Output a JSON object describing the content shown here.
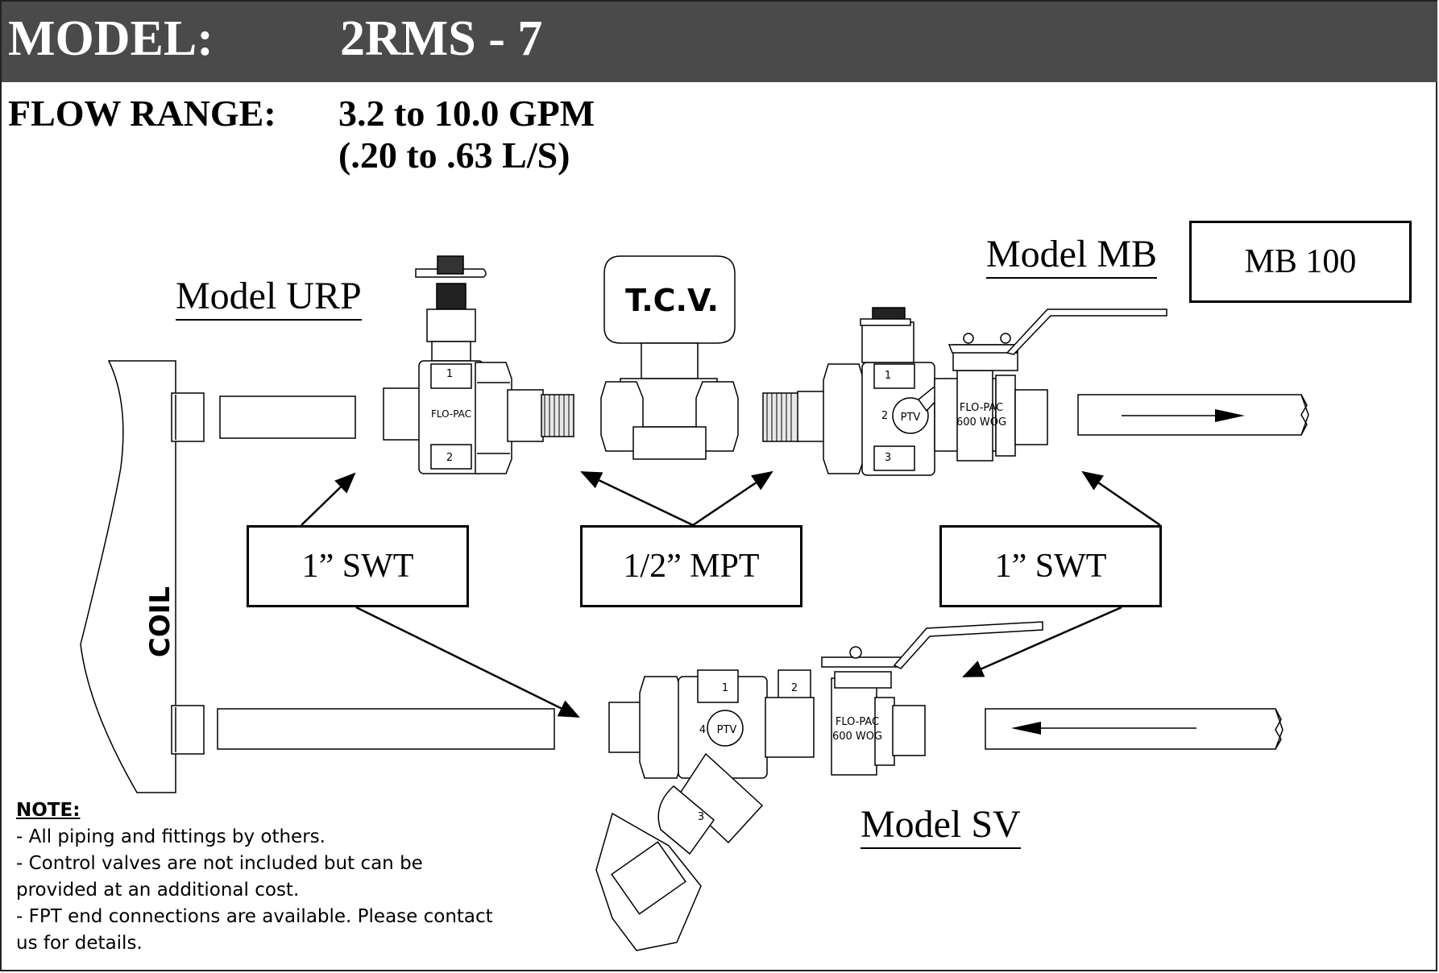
{
  "header": {
    "model_label": "MODEL:",
    "model_value": "2RMS - 7",
    "background": "#4a4a4a"
  },
  "flow": {
    "label": "FLOW RANGE:",
    "value_gpm": "3.2 to 10.0 GPM",
    "value_ls": "(.20 to .63 L/S)"
  },
  "labels": {
    "model_urp": "Model URP",
    "model_mb": "Model MB",
    "model_sv": "Model SV",
    "mb_box": "MB 100",
    "tcv": "T.C.V.",
    "coil": "COIL"
  },
  "callouts": {
    "left": "1” SWT",
    "center": "1/2” MPT",
    "right": "1” SWT"
  },
  "valve_marks": {
    "flo_pac": "FLO-PAC",
    "wog": "600 WOG",
    "ptv": "PTV",
    "port_1": "1",
    "port_2": "2",
    "port_3": "3",
    "port_4": "4"
  },
  "notes": {
    "title": "NOTE:",
    "lines": [
      "- All piping and fittings by others.",
      "- Control valves are not included but can be",
      "provided at an additional cost.",
      "- FPT end connections are available.  Please contact",
      "us for details."
    ]
  }
}
